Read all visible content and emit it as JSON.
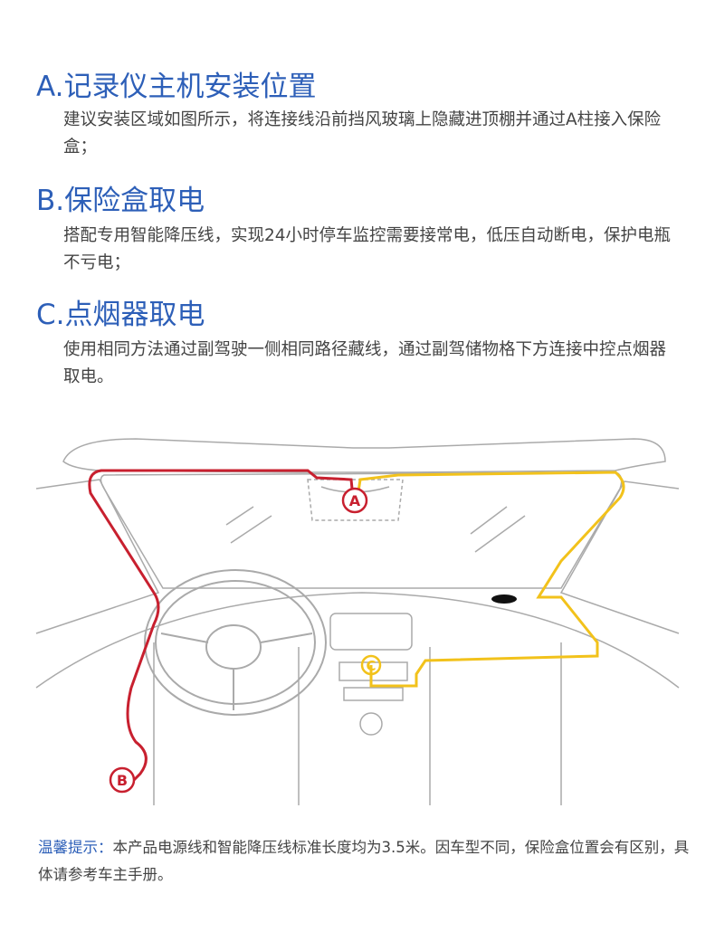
{
  "sections": [
    {
      "title": "A.记录仪主机安装位置",
      "body": "建议安装区域如图所示，将连接线沿前挡风玻璃上隐藏进顶棚并通过A柱接入保险盒；"
    },
    {
      "title": "B.保险盒取电",
      "body": "搭配专用智能降压线，实现24小时停车监控需要接常电，低压自动断电，保护电瓶不亏电；"
    },
    {
      "title": "C.点烟器取电",
      "body": "使用相同方法通过副驾驶一侧相同路径藏线，通过副驾储物格下方连接中控点烟器取电。"
    }
  ],
  "diagram": {
    "labels": [
      "A",
      "B",
      "C"
    ],
    "colors": {
      "red_route": "#c8202f",
      "yellow_route": "#f2c21b",
      "line": "#999999"
    }
  },
  "note": {
    "label": "温馨提示：",
    "text": "本产品电源线和智能降压线标准长度均为3.5米。因车型不同，保险盒位置会有区别，具体请参考车主手册。"
  },
  "colors": {
    "heading": "#2d5fb8",
    "text": "#444444"
  }
}
